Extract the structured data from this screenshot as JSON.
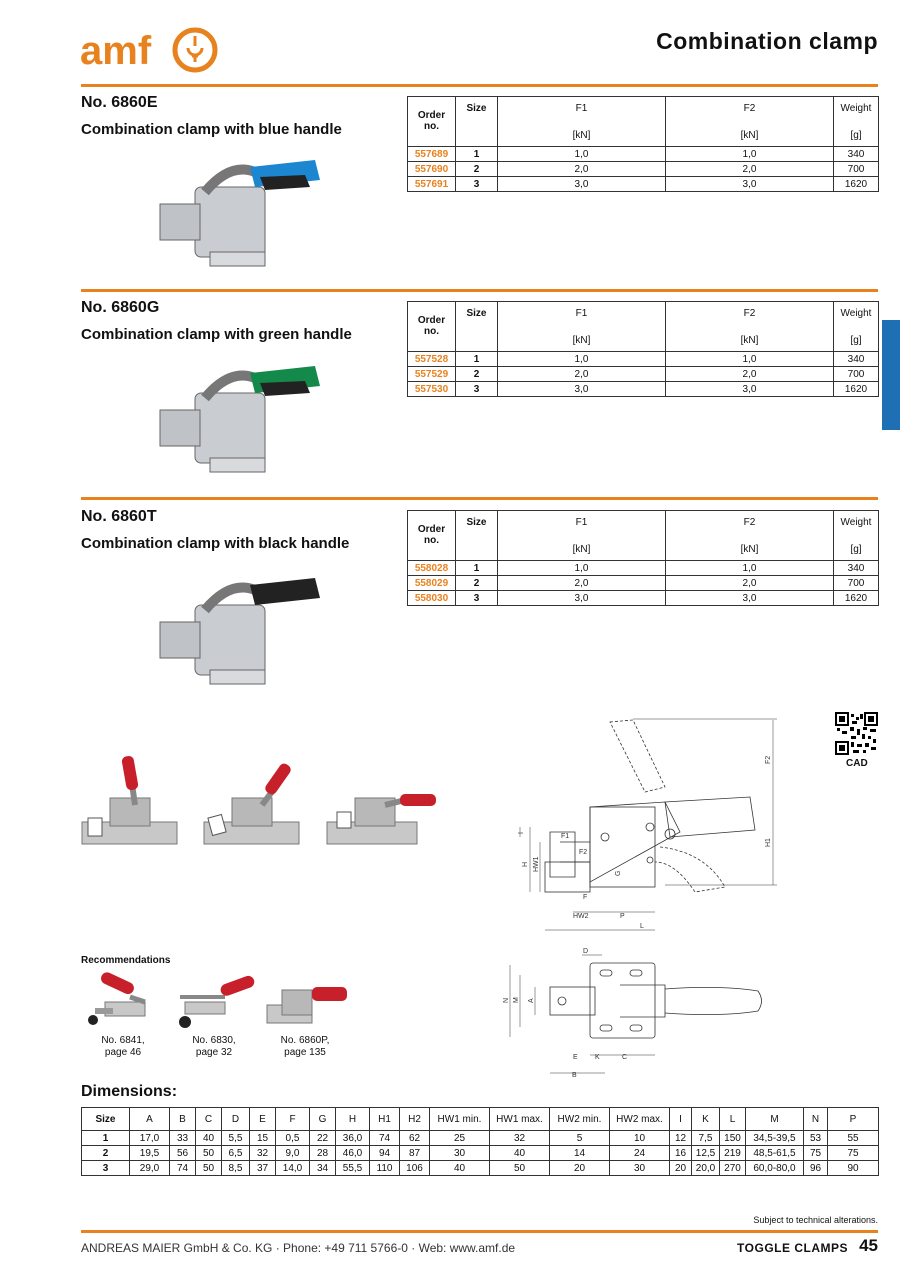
{
  "brand": {
    "logo_text": "amf"
  },
  "header": {
    "title": "Combination clamp"
  },
  "products": [
    {
      "no": "No. 6860E",
      "desc": "Combination clamp with blue handle",
      "handle_color": "#1c86d0",
      "rows": [
        {
          "order": "557689",
          "size": "1",
          "f1": "1,0",
          "f2": "1,0",
          "weight": "340"
        },
        {
          "order": "557690",
          "size": "2",
          "f1": "2,0",
          "f2": "2,0",
          "weight": "700"
        },
        {
          "order": "557691",
          "size": "3",
          "f1": "3,0",
          "f2": "3,0",
          "weight": "1620"
        }
      ]
    },
    {
      "no": "No. 6860G",
      "desc": "Combination clamp with green handle",
      "handle_color": "#148a4a",
      "rows": [
        {
          "order": "557528",
          "size": "1",
          "f1": "1,0",
          "f2": "1,0",
          "weight": "340"
        },
        {
          "order": "557529",
          "size": "2",
          "f1": "2,0",
          "f2": "2,0",
          "weight": "700"
        },
        {
          "order": "557530",
          "size": "3",
          "f1": "3,0",
          "f2": "3,0",
          "weight": "1620"
        }
      ]
    },
    {
      "no": "No. 6860T",
      "desc": "Combination clamp with black handle",
      "handle_color": "#222222",
      "rows": [
        {
          "order": "558028",
          "size": "1",
          "f1": "1,0",
          "f2": "1,0",
          "weight": "340"
        },
        {
          "order": "558029",
          "size": "2",
          "f1": "2,0",
          "f2": "2,0",
          "weight": "700"
        },
        {
          "order": "558030",
          "size": "3",
          "f1": "3,0",
          "f2": "3,0",
          "weight": "1620"
        }
      ]
    }
  ],
  "spec_header": {
    "order": "Order",
    "order2": "no.",
    "size": "Size",
    "f1": "F1",
    "f2": "F2",
    "weight": "Weight",
    "unit_kn": "[kN]",
    "unit_g": "[g]"
  },
  "cad_label": "CAD",
  "recommendations": {
    "title": "Recommendations",
    "items": [
      {
        "line1": "No. 6841,",
        "line2": "page 46"
      },
      {
        "line1": "No. 6830,",
        "line2": "page 32"
      },
      {
        "line1": "No. 6860P,",
        "line2": "page 135"
      }
    ]
  },
  "drawing_labels": {
    "F2": "F2",
    "H1": "H1",
    "I": "I",
    "F1": "F1",
    "H": "H",
    "HW1": "HW1",
    "G": "G",
    "F": "F",
    "HW2": "HW2",
    "P": "P",
    "L": "L",
    "D": "D",
    "N": "N",
    "M": "M",
    "A": "A",
    "E": "E",
    "K": "K",
    "C": "C",
    "B": "B"
  },
  "dimensions": {
    "title": "Dimensions:",
    "headers": [
      "Size",
      "A",
      "B",
      "C",
      "D",
      "E",
      "F",
      "G",
      "H",
      "H1",
      "H2",
      "HW1 min.",
      "HW1 max.",
      "HW2 min.",
      "HW2 max.",
      "I",
      "K",
      "L",
      "M",
      "N",
      "P"
    ],
    "rows": [
      [
        "1",
        "17,0",
        "33",
        "40",
        "5,5",
        "15",
        "0,5",
        "22",
        "36,0",
        "74",
        "62",
        "25",
        "32",
        "5",
        "10",
        "12",
        "7,5",
        "150",
        "34,5-39,5",
        "53",
        "55"
      ],
      [
        "2",
        "19,5",
        "56",
        "50",
        "6,5",
        "32",
        "9,0",
        "28",
        "46,0",
        "94",
        "87",
        "30",
        "40",
        "14",
        "24",
        "16",
        "12,5",
        "219",
        "48,5-61,5",
        "75",
        "75"
      ],
      [
        "3",
        "29,0",
        "74",
        "50",
        "8,5",
        "37",
        "14,0",
        "34",
        "55,5",
        "110",
        "106",
        "40",
        "50",
        "20",
        "30",
        "20",
        "20,0",
        "270",
        "60,0-80,0",
        "96",
        "90"
      ]
    ]
  },
  "footer": {
    "note": "Subject to technical alterations.",
    "company": "ANDREAS MAIER GmbH & Co. KG  ·  Phone: +49 711 5766-0  ·  Web: www.amf.de",
    "section": "TOGGLE CLAMPS",
    "page": "45"
  },
  "colors": {
    "accent": "#e8821e",
    "side_tab": "#1f6fb5"
  }
}
